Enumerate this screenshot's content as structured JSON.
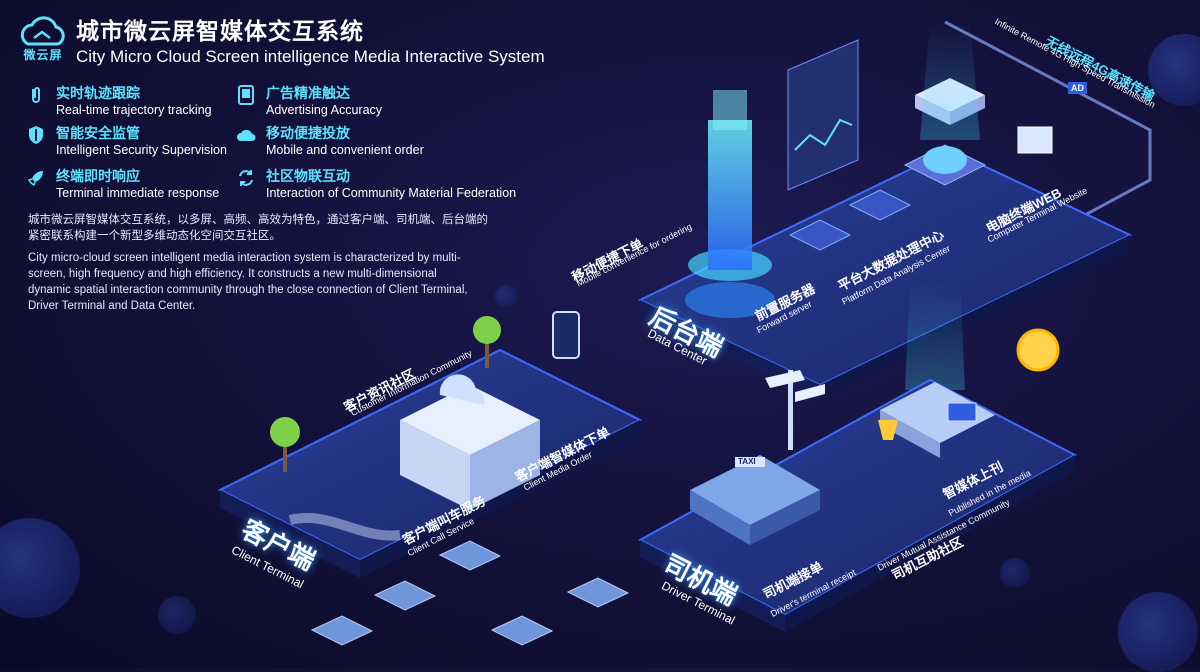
{
  "header": {
    "logo_text": "微云屏",
    "title_cn": "城市微云屏智媒体交互系统",
    "title_en": "City Micro Cloud Screen intelligence Media Interactive System"
  },
  "features": [
    {
      "icon": "paperclip-icon",
      "cn": "实时轨迹跟踪",
      "en": "Real-time trajectory tracking"
    },
    {
      "icon": "tablet-icon",
      "cn": "广告精准触达",
      "en": "Advertising Accuracy"
    },
    {
      "icon": "shield-icon",
      "cn": "智能安全监管",
      "en": "Intelligent Security Supervision"
    },
    {
      "icon": "cloud-icon",
      "cn": "移动便捷投放",
      "en": "Mobile and convenient order"
    },
    {
      "icon": "rocket-icon",
      "cn": "终端即时响应",
      "en": "Terminal immediate response"
    },
    {
      "icon": "refresh-icon",
      "cn": "社区物联互动",
      "en": "Interaction of Community Material Federation"
    }
  ],
  "description": {
    "cn": "城市微云屏智媒体交互系统，以多屏、高频、高效为特色，通过客户端、司机端、后台端的紧密联系构建一个新型多维动态化空间交互社区。",
    "en": "City micro-cloud screen intelligent media interaction system is characterized by multi-screen, high frequency and high efficiency. It constructs a new multi-dimensional dynamic spatial interaction community through the close connection of Client Terminal, Driver Terminal and Data Center."
  },
  "diagram": {
    "remote": {
      "cn": "无线远程4G高速传输",
      "en": "Infinite Remote 4G High Speed Transmission"
    },
    "data_center": {
      "cn": "后台端",
      "en": "Data Center"
    },
    "mobile_order": {
      "cn": "移动便捷下单",
      "en": "Mobile convenience for ordering"
    },
    "forward_server": {
      "cn": "前置服务器",
      "en": "Forward server"
    },
    "platform_center": {
      "cn": "平台大数据处理中心",
      "en": "Platform Data Analysis Center"
    },
    "web": {
      "cn": "电脑终端WEB",
      "en": "Computer Terminal Website"
    },
    "client_terminal": {
      "cn": "客户端",
      "en": "Client Terminal"
    },
    "customer_info": {
      "cn": "客户资讯社区",
      "en": "Customer Information Community"
    },
    "client_call": {
      "cn": "客户端叫车服务",
      "en": "Client Call Service"
    },
    "client_media_order": {
      "cn": "客户端智媒体下单",
      "en": "Client Media Order"
    },
    "driver_terminal": {
      "cn": "司机端",
      "en": "Driver Terminal"
    },
    "driver_receipt": {
      "cn": "司机端接单",
      "en": "Driver's terminal receipt"
    },
    "driver_mutual": {
      "cn": "司机互助社区",
      "en": "Driver Mutual Assistance Community"
    },
    "published_media": {
      "cn": "智媒体上刊",
      "en": "Published in the media"
    },
    "taxi_sign": "TAXI",
    "ad_badge": "AD"
  },
  "colors": {
    "accent": "#5ee0ff",
    "background": "#121038",
    "platform": "#1e2f7a",
    "glow": "#3aa0ff"
  }
}
